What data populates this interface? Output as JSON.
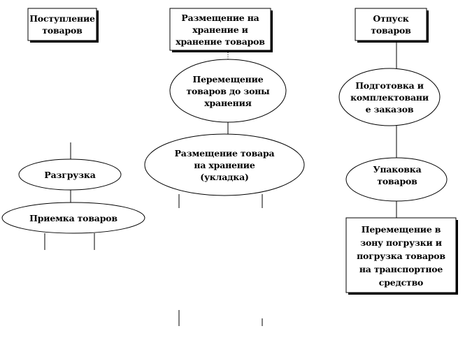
{
  "diagram": {
    "receiving": {
      "header": "Поступление товаров",
      "steps": [
        "Разгрузка",
        "Приемка товаров"
      ]
    },
    "storage": {
      "header": "Размещение на хранение и хранение товаров",
      "steps": [
        "Перемещение товаров до зоны хранения",
        "Размещение товара на хранение (укладка)"
      ]
    },
    "dispatch": {
      "header": "Отпуск товаров",
      "steps": [
        "Подготовка и комплектовани е заказов",
        "Упаковка товаров",
        "Перемещение в зону погрузки и погрузка товаров на транспортное средство"
      ]
    }
  }
}
